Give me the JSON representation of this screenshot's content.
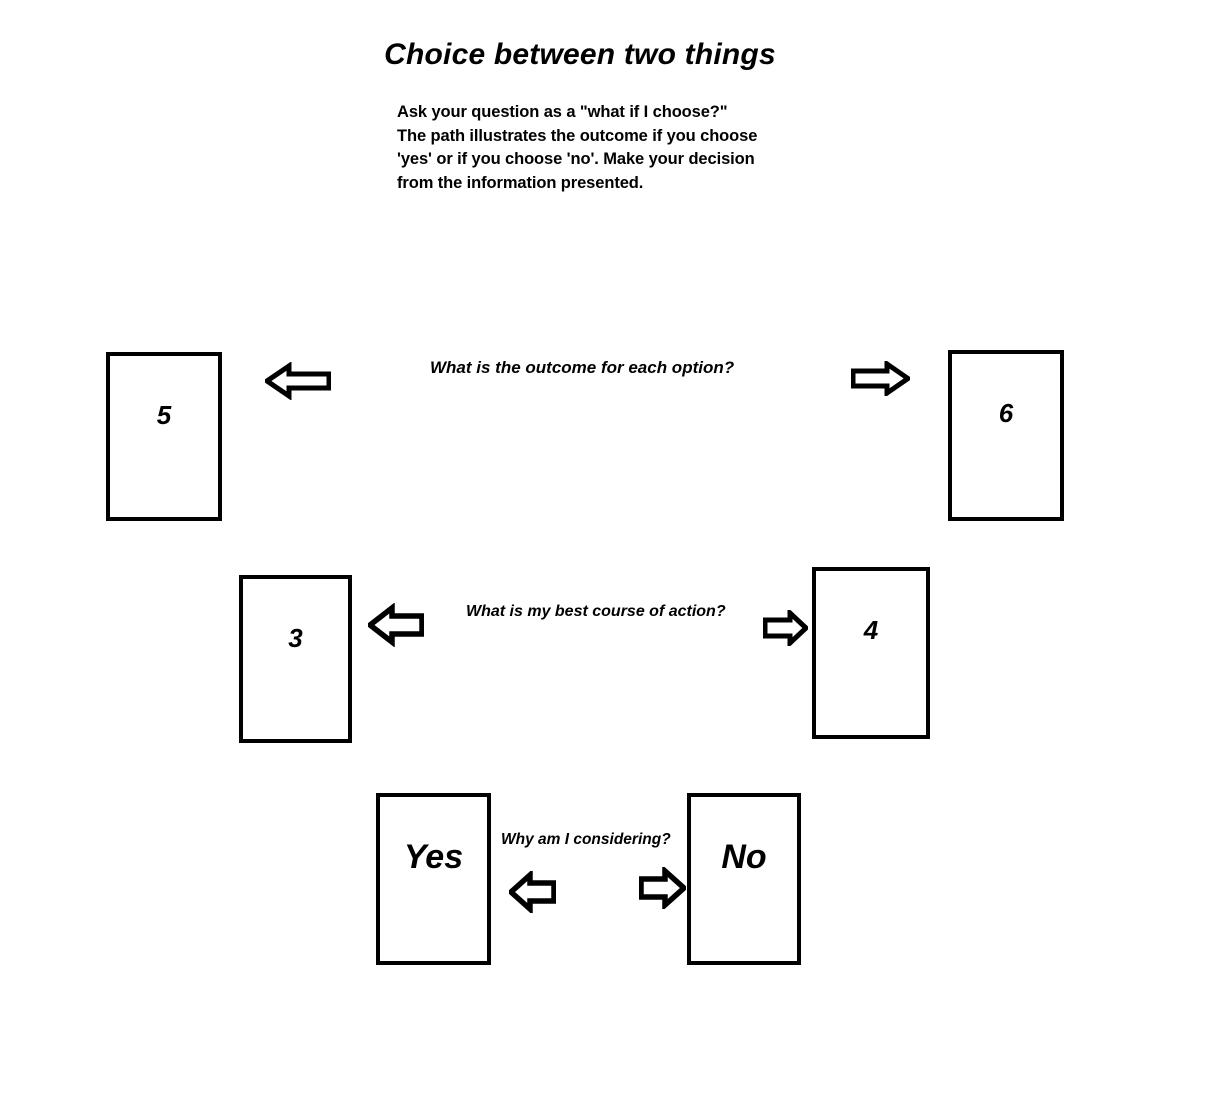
{
  "header": {
    "title": "Choice between two things",
    "instructions": [
      "Ask your question as a \"what if I choose?\"",
      "The path illustrates the outcome if you choose",
      "'yes' or if you choose 'no'. Make your decision",
      "from the information presented."
    ]
  },
  "diagram": {
    "nodes": {
      "five": "5",
      "six": "6",
      "three": "3",
      "four": "4",
      "yes": "Yes",
      "no": "No"
    },
    "captions": {
      "outcome": "What is the outcome for each option?",
      "course": "What is my best course of action?",
      "why": "Why am I considering?"
    },
    "arrows": {
      "to_five": "arrow-left",
      "to_six": "arrow-right",
      "to_three": "arrow-left",
      "to_four": "arrow-right",
      "from_yes": "arrow-left",
      "from_no": "arrow-right"
    }
  },
  "colors": {
    "ink": "#000000",
    "background": "#ffffff"
  }
}
